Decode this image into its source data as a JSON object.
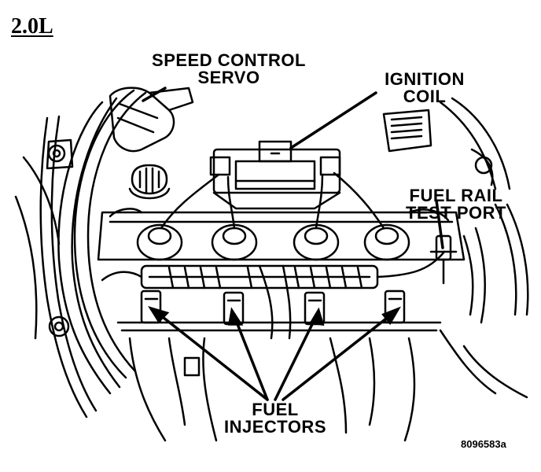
{
  "engine": "2.0L",
  "labels": {
    "speed_control": [
      "SPEED CONTROL",
      "SERVO"
    ],
    "ignition_coil": [
      "IGNITION",
      "COIL"
    ],
    "fuel_rail": [
      "FUEL RAIL",
      "TEST PORT"
    ],
    "fuel_injectors": [
      "FUEL",
      "INJECTORS"
    ]
  },
  "figure_id": "8096583a"
}
